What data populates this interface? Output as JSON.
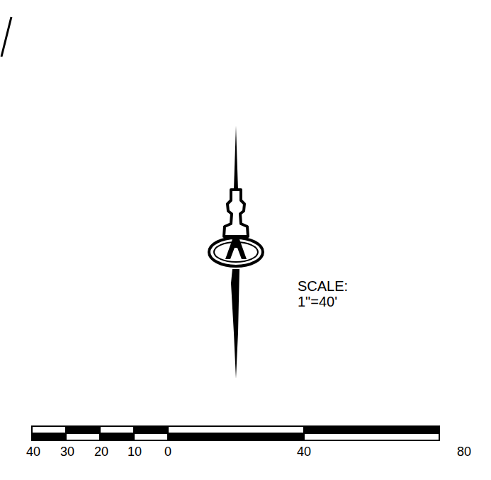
{
  "diagram": {
    "labels": [
      "SCALE: 1\"=40'",
      "40",
      "30",
      "20",
      "10",
      "0",
      "40",
      "80"
    ]
  }
}
